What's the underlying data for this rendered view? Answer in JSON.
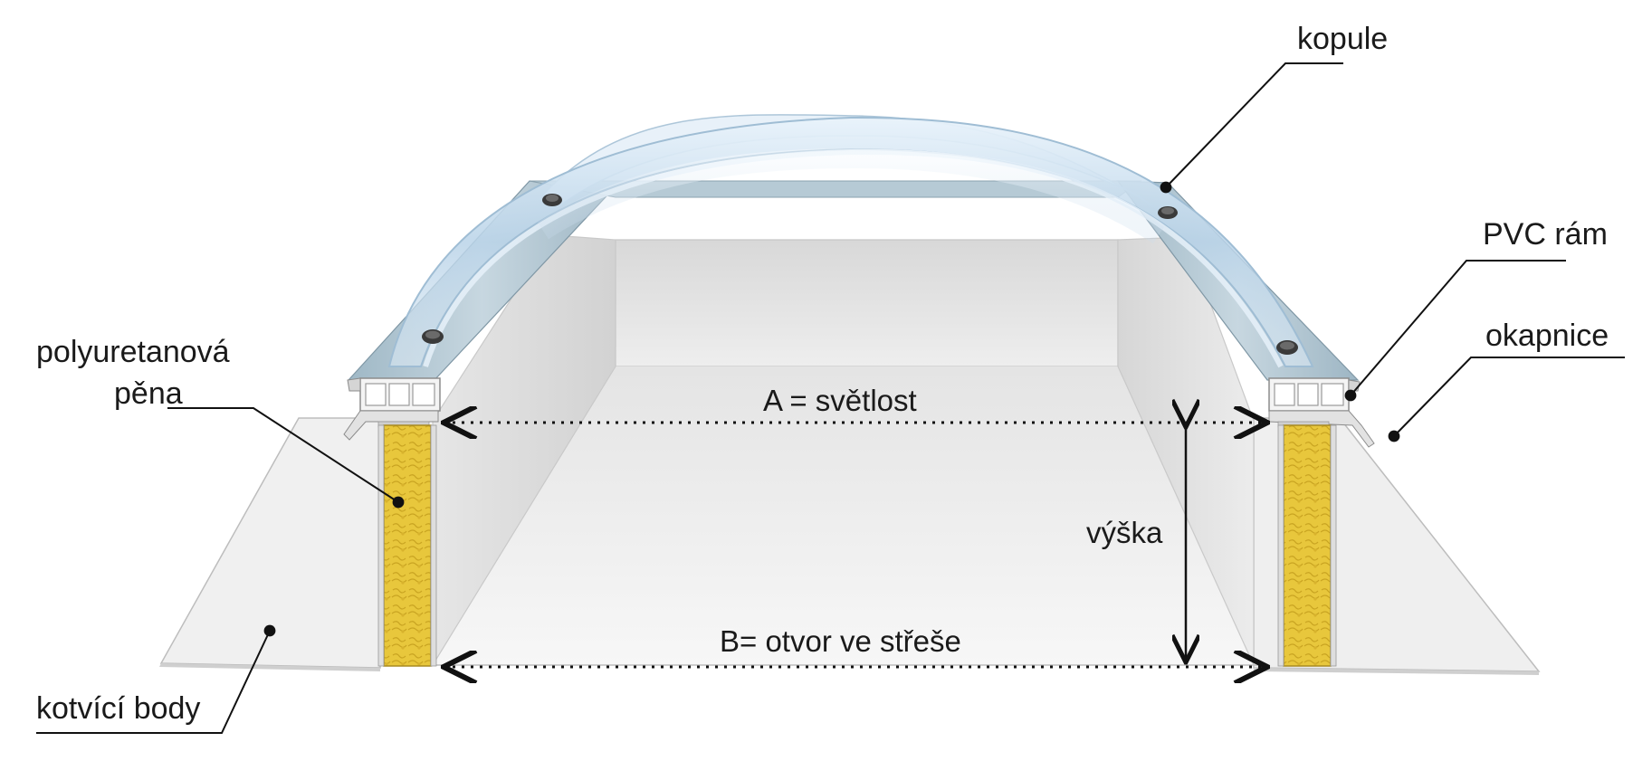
{
  "labels": {
    "kopule": "kopule",
    "pvc_ram": "PVC rám",
    "okapnice": "okapnice",
    "pena_line1": "polyuretanová",
    "pena_line2": "pěna",
    "kotvici_body": "kotvící body"
  },
  "dimensions": {
    "a": "A = světlost",
    "vyska": "výška",
    "b": "B= otvor ve střeše"
  },
  "colors": {
    "foam": "#e8c73c",
    "foam_dark": "#c9a421",
    "frame_top": "#a9c0cc",
    "wall": "#ebebeb",
    "floor": "#f1f1f1",
    "dome": "#cfe3f2"
  }
}
